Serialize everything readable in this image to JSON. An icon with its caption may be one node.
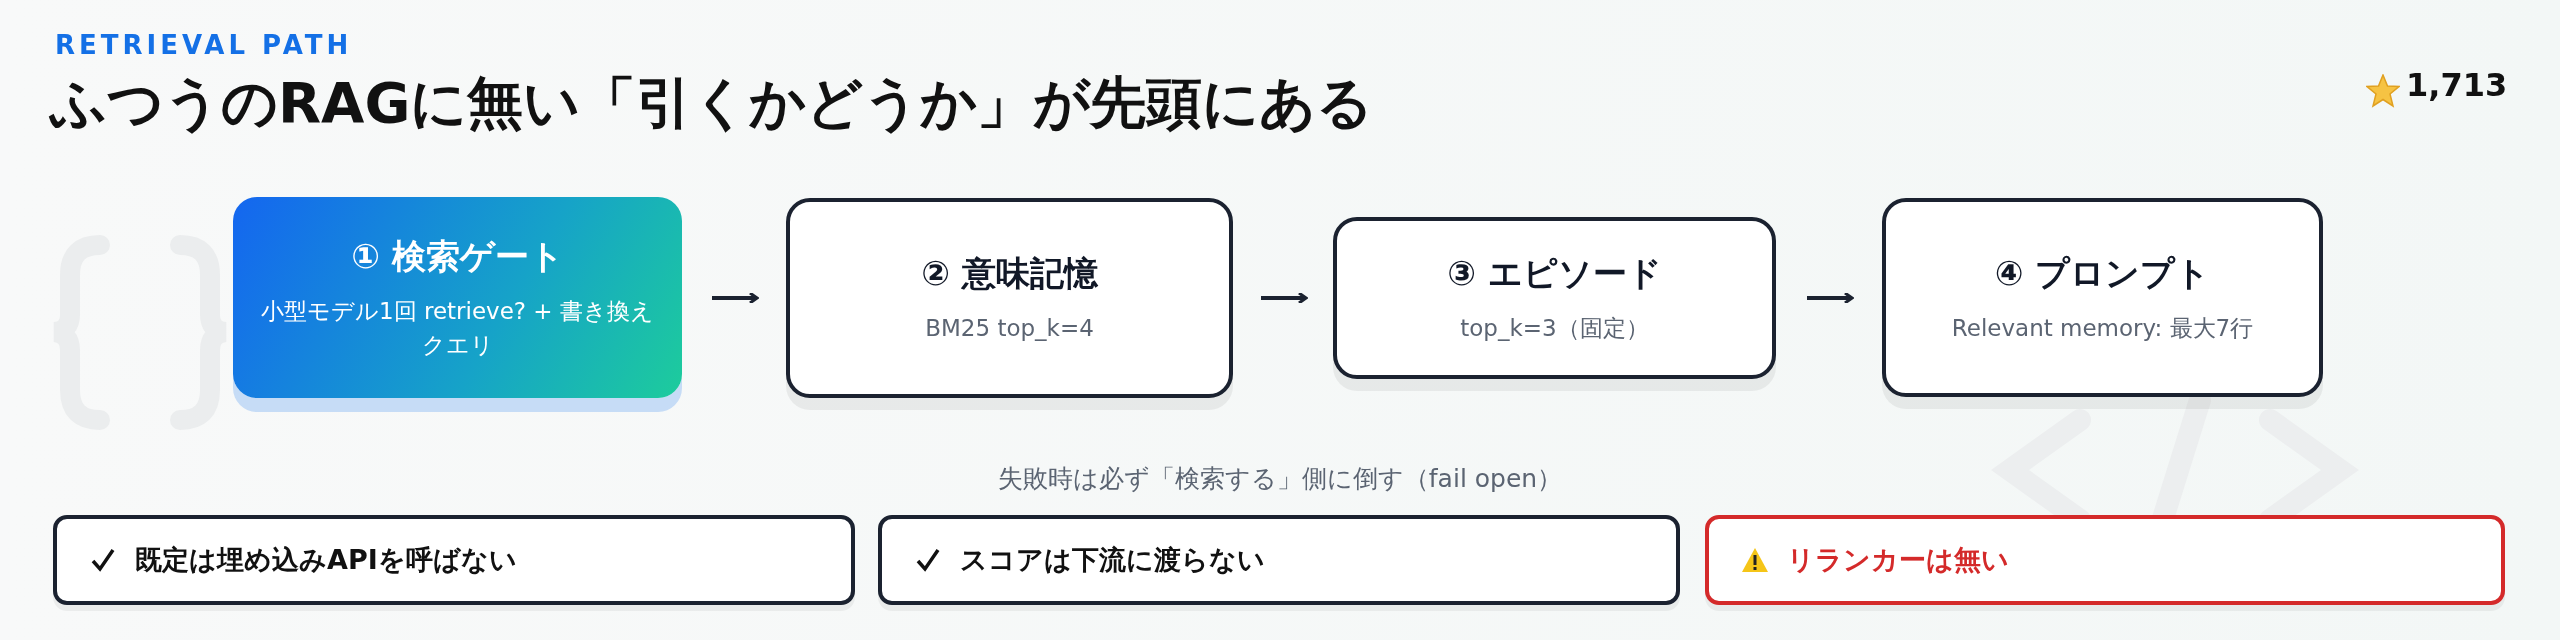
{
  "diagram": {
    "title": "ふつうのRAGに無い「引くかどうか」が先頭にある",
    "nodes": [
      {
        "text": [
          "① 検索ゲート",
          "小型モデル1回 retrieve? + 書き換えクエリ"
        ]
      },
      {
        "text": [
          "② 意味記憶",
          "BM25 top_k=4"
        ]
      },
      {
        "text": [
          "③ エピソード",
          "top_k=3（固定）"
        ]
      },
      {
        "text": [
          "④ プロンプト",
          "Relevant memory: 最大7行"
        ]
      },
      {
        "text": [
          "既定は埋め込みAPIを呼ばない"
        ]
      },
      {
        "text": [
          "スコアは下流に渡らない"
        ]
      },
      {
        "text": [
          "リランカーは無い"
        ]
      }
    ],
    "edges": [
      {
        "from": 0,
        "to": 1,
        "arrow": "to"
      },
      {
        "from": 1,
        "to": 2,
        "arrow": "to"
      },
      {
        "from": 2,
        "to": 3,
        "arrow": "to"
      }
    ],
    "labels": [
      "RETRIEVAL PATH",
      "1,713",
      "失敗時は必ず「検索する」側に倒す（fail open）"
    ]
  }
}
